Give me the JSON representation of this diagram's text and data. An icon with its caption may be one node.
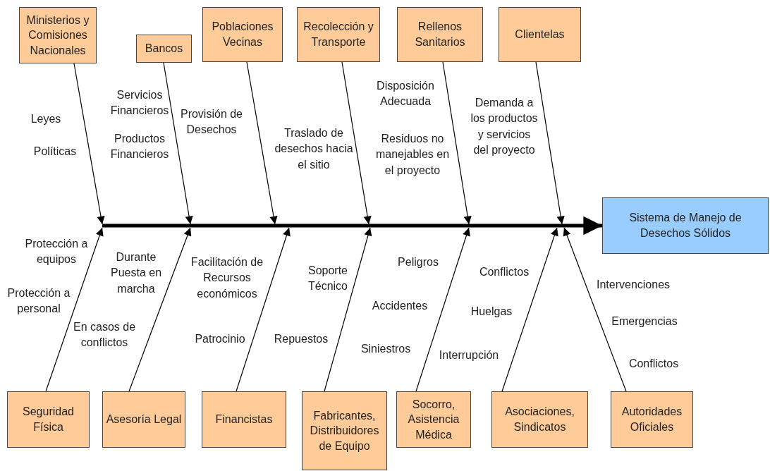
{
  "diagram": {
    "nodes": [
      {
        "text": [
          "Ministerios y Comisiones Nacionales"
        ]
      },
      {
        "text": [
          "Bancos"
        ]
      },
      {
        "text": [
          "Poblaciones Vecinas"
        ]
      },
      {
        "text": [
          "Recolección y Transporte"
        ]
      },
      {
        "text": [
          "Rellenos Sanitarios"
        ]
      },
      {
        "text": [
          "Clientelas"
        ]
      },
      {
        "text": [
          "Sistema de Manejo de Desechos Sólidos"
        ]
      },
      {
        "text": [
          "Seguridad Física"
        ]
      },
      {
        "text": [
          "Asesoría Legal"
        ]
      },
      {
        "text": [
          "Financistas"
        ]
      },
      {
        "text": [
          "Fabricantes, Distribuidores de Equipo"
        ]
      },
      {
        "text": [
          "Socorro, Asistencia Médica"
        ]
      },
      {
        "text": [
          "Asociaciones, Sindicatos"
        ]
      },
      {
        "text": [
          "Autoridades Oficiales"
        ]
      }
    ],
    "edges": [
      {
        "from": null,
        "to": 6,
        "arrow": "to",
        "style": "thick"
      },
      {
        "from": 0,
        "to": null,
        "arrow": "to"
      },
      {
        "from": 1,
        "to": null,
        "arrow": "to"
      },
      {
        "from": 2,
        "to": null,
        "arrow": "to"
      },
      {
        "from": 3,
        "to": null,
        "arrow": "to"
      },
      {
        "from": 4,
        "to": null,
        "arrow": "to"
      },
      {
        "from": 5,
        "to": null,
        "arrow": "to"
      },
      {
        "from": 7,
        "to": null,
        "arrow": "to"
      },
      {
        "from": 8,
        "to": null,
        "arrow": "to"
      },
      {
        "from": 9,
        "to": null,
        "arrow": "to"
      },
      {
        "from": 10,
        "to": null,
        "arrow": "to"
      },
      {
        "from": 11,
        "to": null,
        "arrow": "to"
      },
      {
        "from": 12,
        "to": null,
        "arrow": "to"
      },
      {
        "from": 13,
        "to": null,
        "arrow": "to"
      }
    ],
    "labels": [
      "Leyes",
      "Políticas",
      "Servicios Financieros",
      "Productos Financieros",
      "Provisión de Desechos",
      "Traslado de desechos hacia el sitio",
      "Disposición Adecuada",
      "Residuos no manejables en el proyecto",
      "Demanda a los productos y servicios del proyecto",
      "Protección a equipos",
      "Protección a personal",
      "Durante Puesta en marcha",
      "En casos de conflictos",
      "Facilitación de Recursos económicos",
      "Patrocinio",
      "Repuestos",
      "Soporte Técnico",
      "Peligros",
      "Accidentes",
      "Siniestros",
      "Conflictos",
      "Huelgas",
      "Interrupción",
      "Intervenciones",
      "Emergencias",
      "Conflictos"
    ]
  }
}
